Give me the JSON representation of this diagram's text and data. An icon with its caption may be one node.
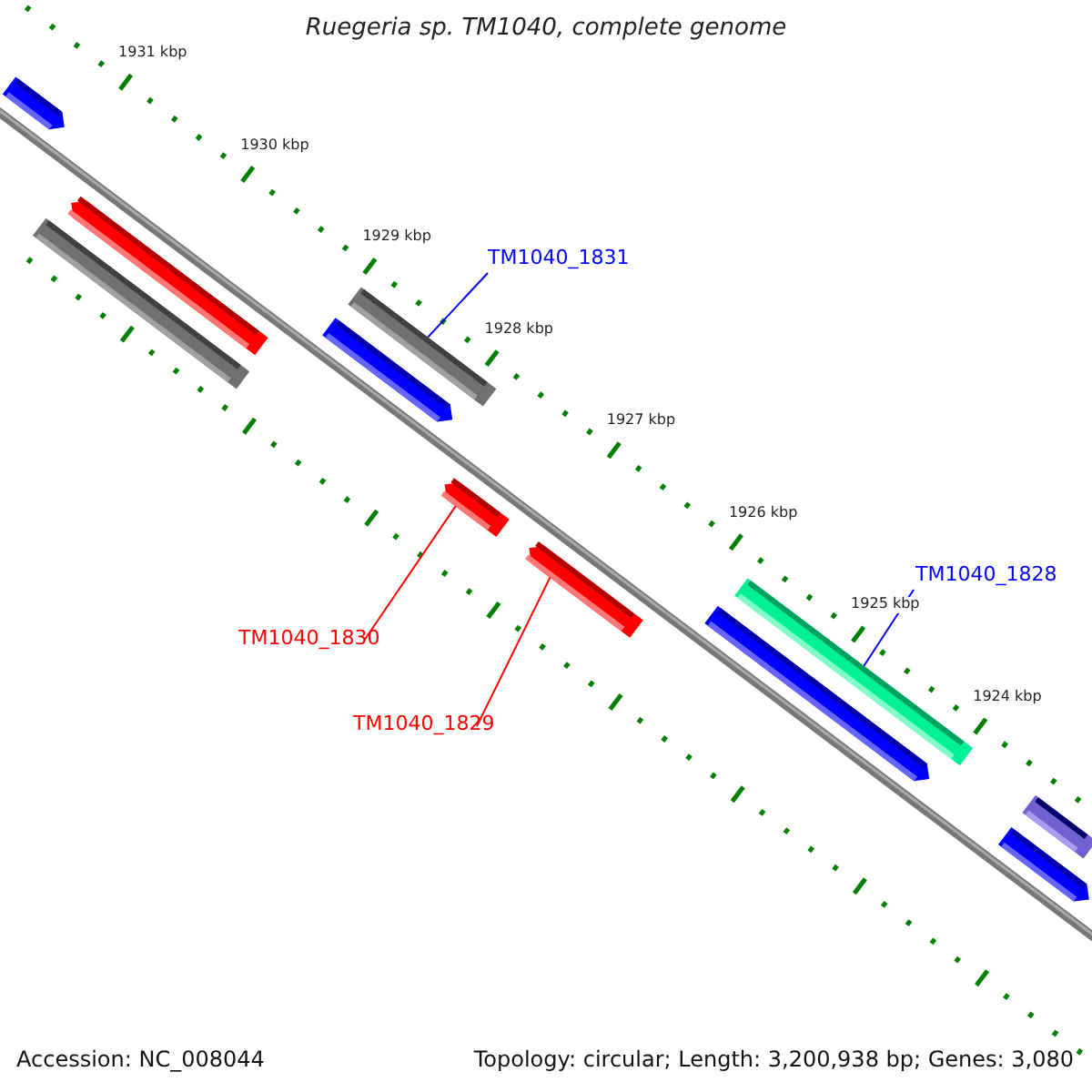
{
  "diagram": {
    "title": "Ruegeria sp. TM1040, complete genome",
    "nodes": [
      {
        "text": [
          "TM1040_1831"
        ]
      },
      {
        "text": [
          "TM1040_1828"
        ]
      },
      {
        "text": [
          "TM1040_1830"
        ]
      },
      {
        "text": [
          "TM1040_1829"
        ]
      },
      {
        "text": [],
        "shape": "bar"
      },
      {
        "text": [],
        "shape": "bar"
      },
      {
        "text": [],
        "shape": "bar"
      },
      {
        "text": [],
        "shape": "bar"
      }
    ],
    "edges": [
      {
        "from": 0,
        "to": 4,
        "arrow": "none",
        "color": "#0000ff"
      },
      {
        "from": 1,
        "to": 7,
        "arrow": "none",
        "color": "#0000ff"
      },
      {
        "from": 2,
        "to": 5,
        "arrow": "none",
        "color": "#ff0000"
      },
      {
        "from": 3,
        "to": 6,
        "arrow": "none",
        "color": "#ff0000"
      }
    ],
    "labels": [
      "1931 kbp",
      "1930 kbp",
      "1929 kbp",
      "1928 kbp",
      "1927 kbp",
      "1926 kbp",
      "1925 kbp",
      "1924 kbp",
      "Accession: NC_008044",
      "Topology: circular; Length: 3,200,938 bp; Genes: 3,080"
    ]
  }
}
